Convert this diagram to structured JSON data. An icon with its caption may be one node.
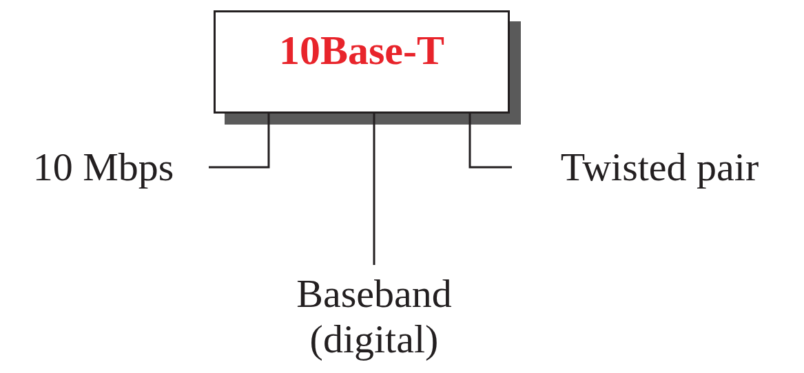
{
  "diagram": {
    "nodes": [
      {
        "text": [
          "10Base-T"
        ]
      },
      {
        "text": [
          "10 Mbps"
        ]
      },
      {
        "text": [
          "Baseband (digital)"
        ]
      },
      {
        "text": [
          "Twisted pair"
        ]
      }
    ],
    "edges": [
      {
        "from": 1,
        "to": 0,
        "arrow": "none"
      },
      {
        "from": 2,
        "to": 0,
        "arrow": "none"
      },
      {
        "from": 3,
        "to": 0,
        "arrow": "none"
      }
    ]
  }
}
